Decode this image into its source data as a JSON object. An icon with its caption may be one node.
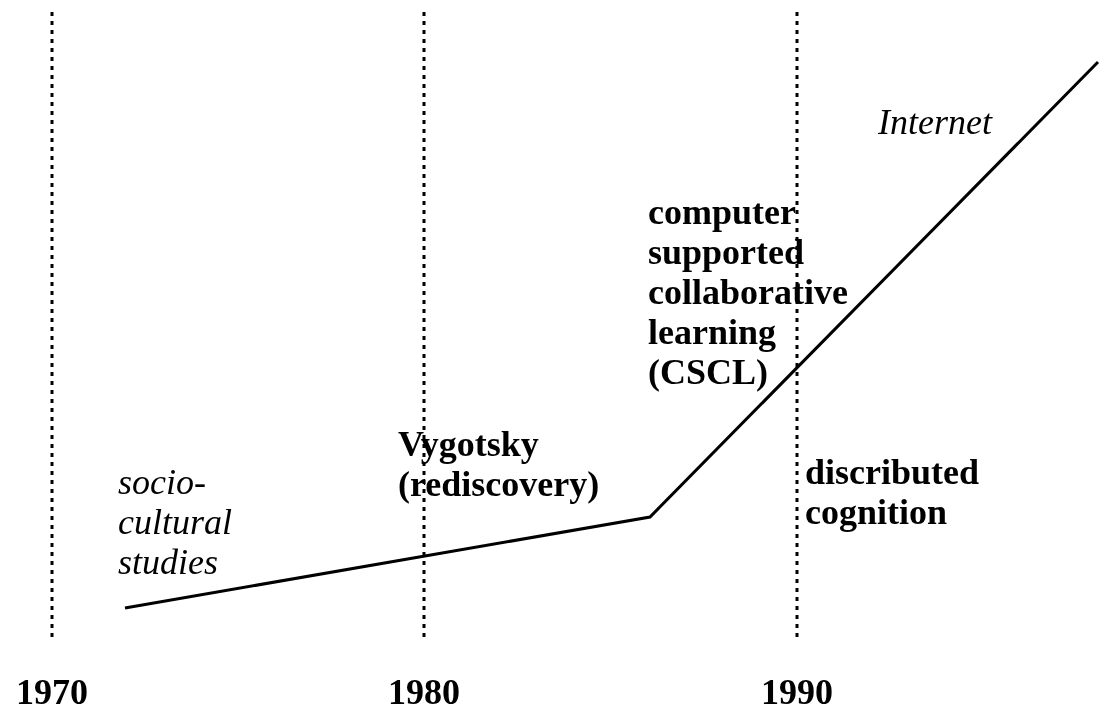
{
  "diagram": {
    "labels": [
      "Internet",
      "computer supported collaborative learning (CSCL)",
      "Vygotsky (rediscovery)",
      "discributed cognition",
      "socio-cultural studies",
      "1970",
      "1980",
      "1990"
    ]
  }
}
